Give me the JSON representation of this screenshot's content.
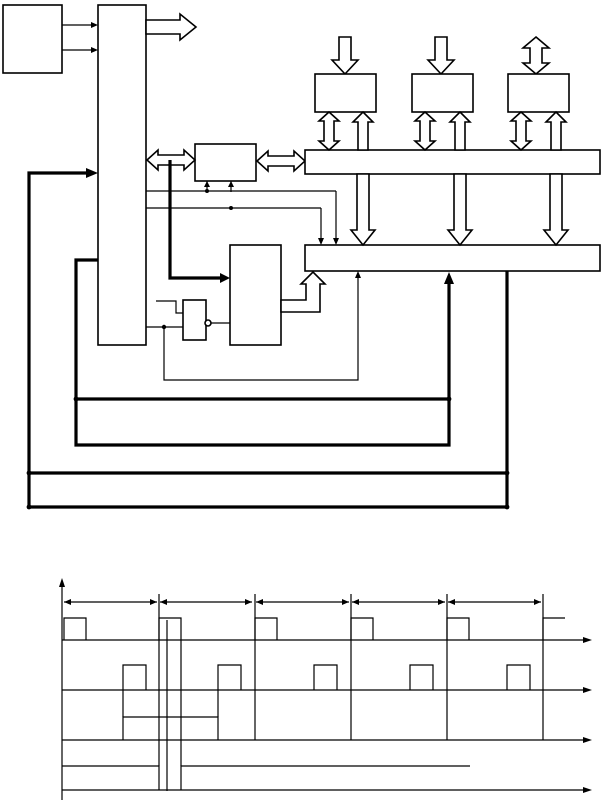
{
  "diagram": {
    "title": "",
    "block_diagram": {
      "blocks": [
        {
          "id": "source-block"
        },
        {
          "id": "controller-block"
        },
        {
          "id": "interface-block"
        },
        {
          "id": "counter-block"
        },
        {
          "id": "gate-block"
        },
        {
          "id": "io-device-1"
        },
        {
          "id": "io-device-2"
        },
        {
          "id": "io-device-3"
        },
        {
          "id": "upper-bus"
        },
        {
          "id": "lower-bus"
        }
      ],
      "labels": []
    },
    "timing_diagram": {
      "signals": 4,
      "periods": 5,
      "labels": []
    }
  }
}
